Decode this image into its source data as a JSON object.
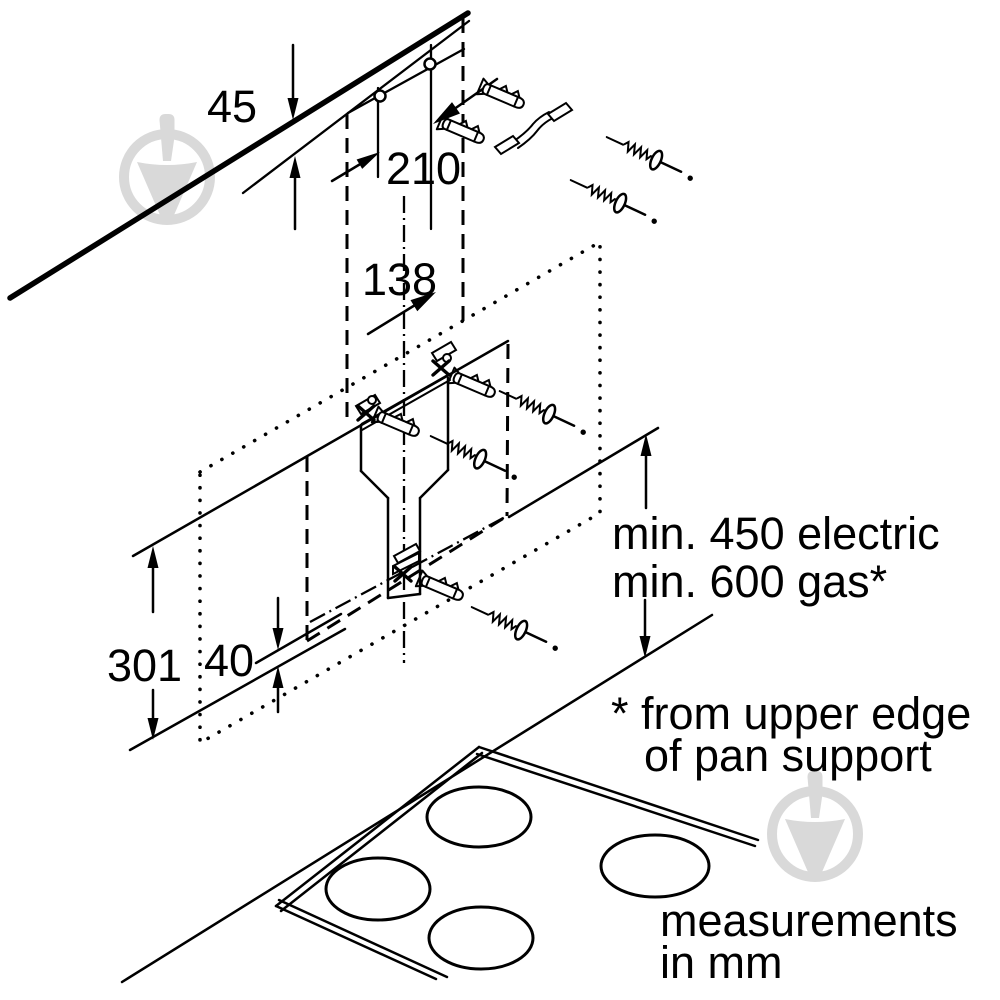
{
  "diagram": {
    "type": "cooker-hood wall mounting installation drawing",
    "labels": {
      "dim_45": "45",
      "dim_210": "210",
      "dim_138": "138",
      "dim_301": "301",
      "dim_40": "40",
      "min_clearance_electric": "min. 450 electric",
      "min_clearance_gas": "min. 600 gas*",
      "footnote_line1": "* from upper edge",
      "footnote_line2": "of pan support",
      "units_note_line1": "measurements",
      "units_note_line2": "in mm"
    }
  },
  "colors": {
    "line": "#000000",
    "background": "#ffffff",
    "watermark": "#d9d9d9"
  },
  "icons": {
    "watermark": "trowel-in-circle-icon",
    "fasteners": [
      "wall-plug-icon",
      "screw-icon",
      "washer-icon"
    ]
  }
}
